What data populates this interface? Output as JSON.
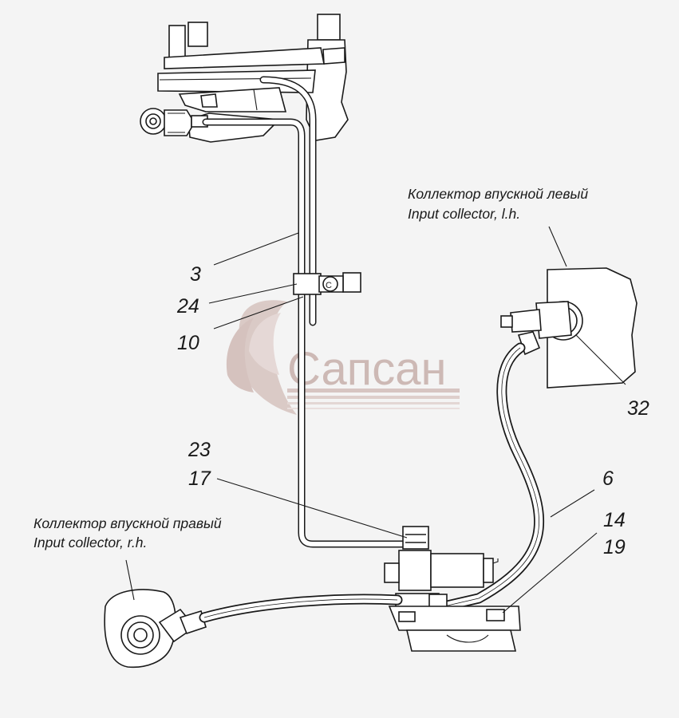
{
  "labels": {
    "collector_left_ru": "Коллектор впускной левый",
    "collector_left_en": "Input collector, l.h.",
    "collector_right_ru": "Коллектор впускной правый",
    "collector_right_en": "Input collector, r.h."
  },
  "callouts": {
    "n3": "3",
    "n24": "24",
    "n10": "10",
    "n32": "32",
    "n23": "23",
    "n17": "17",
    "n6": "6",
    "n14": "14",
    "n19": "19"
  },
  "watermark": {
    "text": "Сапсан",
    "color": "#c9b3af"
  }
}
